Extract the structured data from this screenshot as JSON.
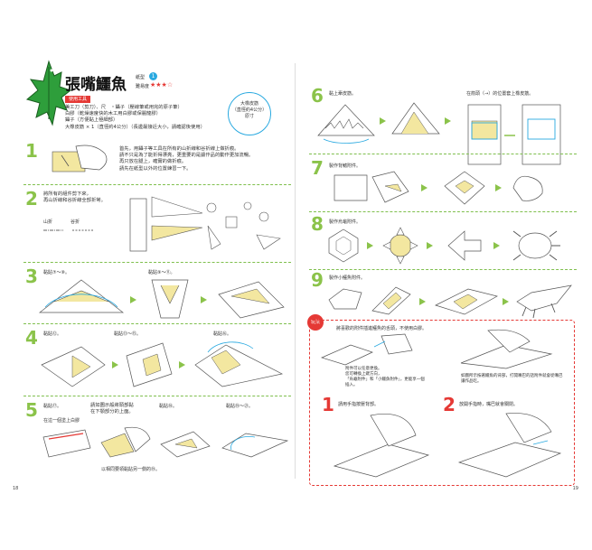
{
  "title": "張嘴鱷魚",
  "meta": {
    "paper_label": "紙型",
    "paper_num": "1",
    "difficulty_label": "難易度",
    "stars": "★★★☆"
  },
  "tools": {
    "header": "使用工具",
    "items": [
      "美工刀（剪刀）、尺　・鑷子（壓線筆或用完的原子筆）",
      "白膠（乾燥速度快的木工用白膠或保麗龍膠）",
      "鑷子（方便黏上極細部）",
      "大橡皮筋 × 1（直徑約4公分）（長邊最接近大小，請確認後使用）"
    ]
  },
  "rubberband": {
    "line1": "大橡皮筋",
    "line2": "（直徑約4公分）",
    "line3": "原寸"
  },
  "steps": {
    "s1": {
      "num": "1",
      "text": [
        "首先，用鑷子等工具在所有的山折線和谷折線上做折痕。",
        "請不只是為了能折得漂亮，更重要的是讓作品的動作更加流暢。",
        "再只放在腿上，確實的做折痕。",
        "請先在紙型以外的位置練習一下。"
      ]
    },
    "s2": {
      "num": "2",
      "text": [
        "將所有的組件剪下來，",
        "再山折線和谷折線全部折彎。"
      ],
      "mountain": "山折",
      "valley": "谷折"
    },
    "s3": {
      "num": "3",
      "left": "黏貼⑦～⑧。",
      "right": "黏貼⑨～⑪。"
    },
    "s4": {
      "num": "4",
      "left": "黏貼⑫。",
      "mid": "黏貼⑬～⑮。",
      "right": "黏貼⑯。"
    },
    "s5": {
      "num": "5",
      "a": "黏貼⑰。",
      "b": "請如圖示般將頭部黏在下顎部分的上面。",
      "c": "黏貼⑱。",
      "d": "黏貼⑲～㉑。",
      "e": "在這一個塗上白膠",
      "f": "以相同要領黏貼另一側的⑲。"
    },
    "s6": {
      "num": "6",
      "left": "黏上牽皮筋。",
      "right": "在箭頭（→）的位置套上橡皮筋。"
    },
    "s7": {
      "num": "7",
      "label": "製作背鰭附件。"
    },
    "s8": {
      "num": "8",
      "label": "製作烏龜附件。"
    },
    "s9": {
      "num": "9",
      "label": "製作小鱷魚附件。"
    }
  },
  "playing": {
    "badge": "玩法",
    "intro": "將喜歡的附件插進鱷魚的舌頭，不使用白膠。",
    "note1": [
      "附件可以任意更換。",
      "您可轉換上鍵方向，",
      "「烏龜附件」和「小鱷魚附件」，更能享一個插入。"
    ],
    "note2": [
      "如圖所示按著鱷魚的背部，打開嘴巴的話附件就會從嘴巴",
      "讓作品吃。"
    ],
    "p1": {
      "num": "1",
      "text": "請用手指按壓背部。"
    },
    "p2": {
      "num": "2",
      "text": "放開手指時，嘴巴就會關閉。"
    }
  },
  "pages": {
    "left": "18",
    "right": "19"
  },
  "colors": {
    "accent": "#8bc34a",
    "red": "#e53935",
    "blue": "#29a9e0",
    "yellow": "#f3e7a0"
  }
}
